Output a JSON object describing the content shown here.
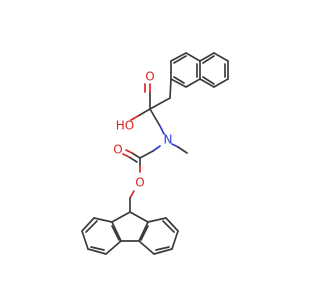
{
  "molecule": {
    "atoms": {
      "oh": {
        "text": "HO",
        "color": "#d62828"
      },
      "o_acid": {
        "text": "O",
        "color": "#d62828"
      },
      "n": {
        "text": "N",
        "color": "#2d3bd6"
      },
      "o_carbamate": {
        "text": "O",
        "color": "#d62828"
      },
      "o_ether": {
        "text": "O",
        "color": "#d62828"
      }
    },
    "colors": {
      "bond": "#3b3b3b",
      "oxygen": "#d62828",
      "nitrogen": "#2d3bd6",
      "background": "#ffffff"
    }
  }
}
